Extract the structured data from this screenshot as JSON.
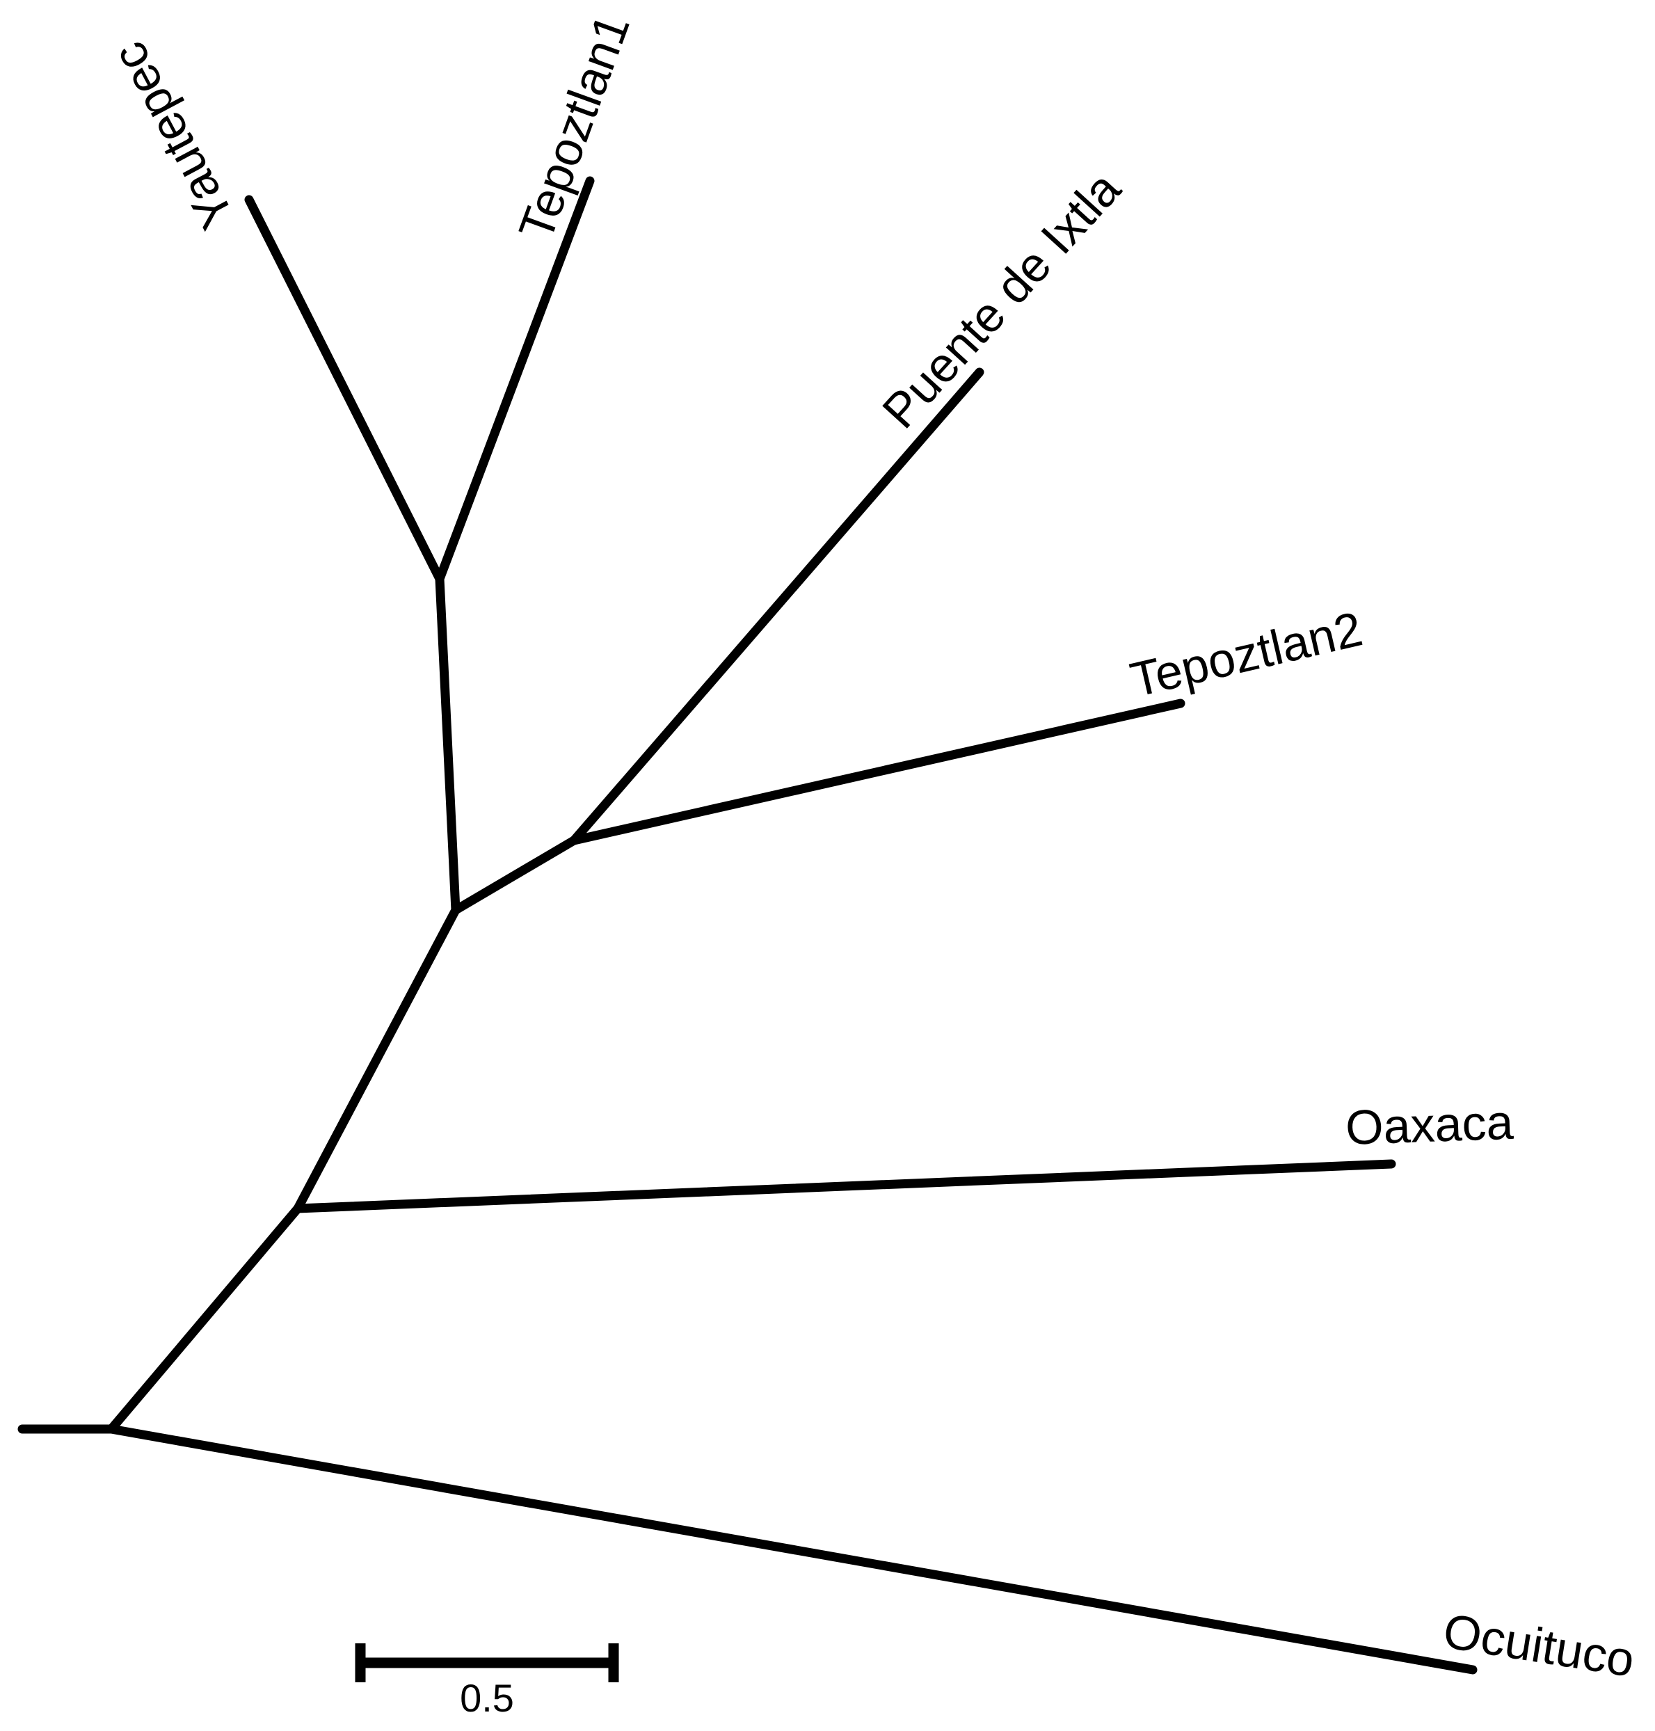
{
  "figure": {
    "type": "unrooted-phylogenetic-tree",
    "colors": {
      "line": "#000000",
      "background": "#ffffff"
    }
  },
  "taxa": [
    {
      "name": "Yautepec"
    },
    {
      "name": "Tepoztlan1"
    },
    {
      "name": "Puente de Ixtla"
    },
    {
      "name": "Tepoztlan2"
    },
    {
      "name": "Oaxaca"
    },
    {
      "name": "Ocuituco"
    }
  ],
  "scale_bar": {
    "label": "0.5",
    "value": 0.5
  },
  "topology_newick": "((((Yautepec,Tepoztlan1),(Puente de Ixtla,Tepoztlan2)),Oaxaca),Ocuituco);"
}
